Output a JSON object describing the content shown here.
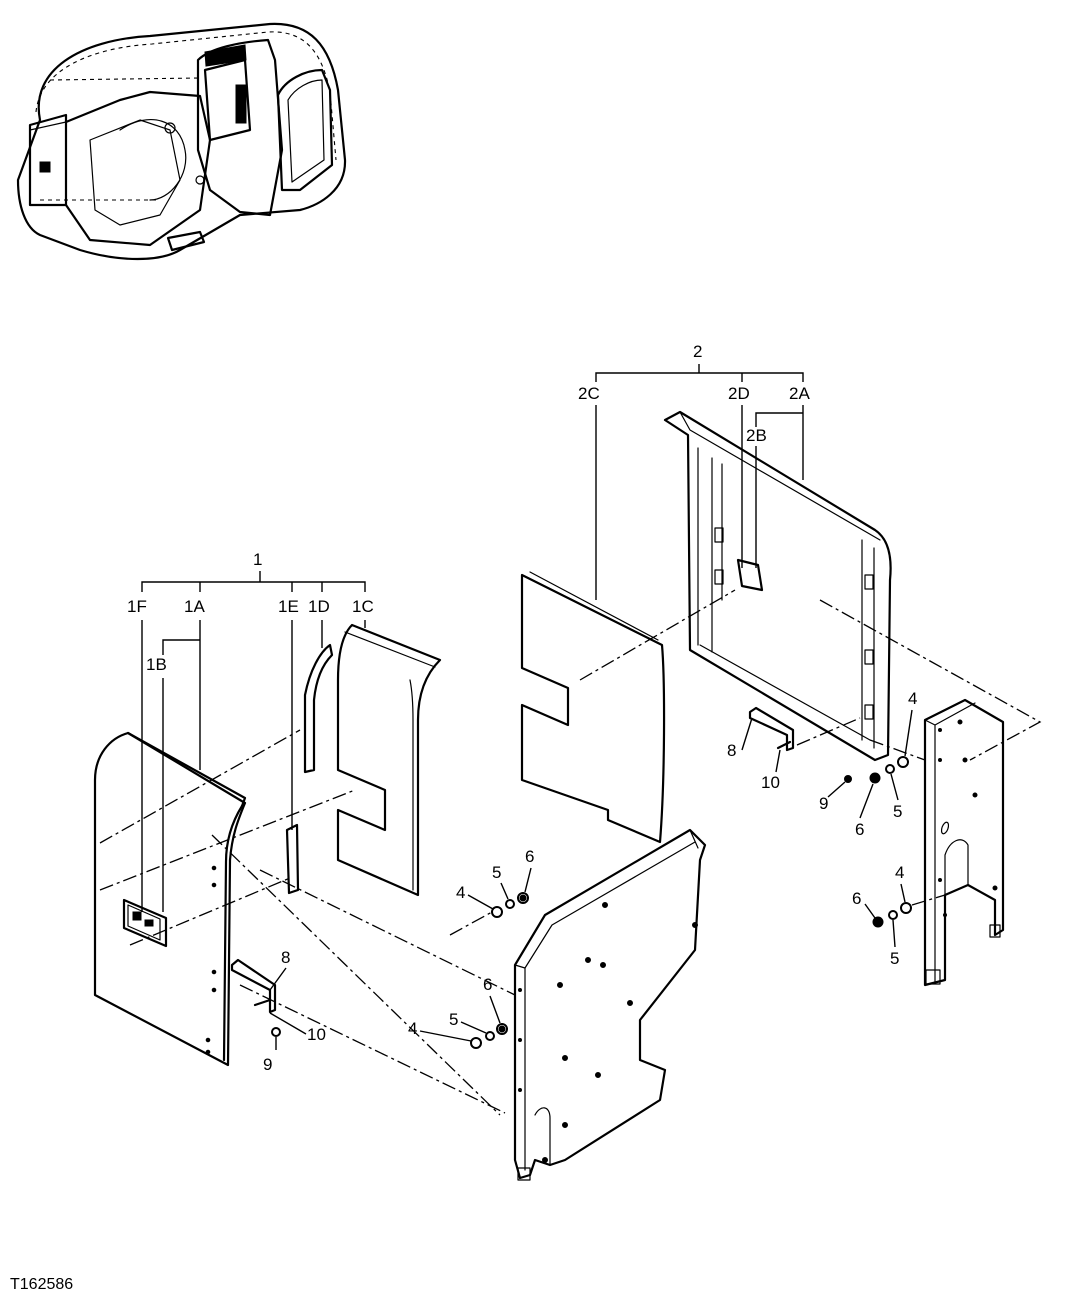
{
  "figure_id": "T162586",
  "callouts": {
    "c1": "1",
    "c1F": "1F",
    "c1A": "1A",
    "c1B": "1B",
    "c1E": "1E",
    "c1D": "1D",
    "c1C": "1C",
    "c2": "2",
    "c2C": "2C",
    "c2D": "2D",
    "c2A": "2A",
    "c2B": "2B",
    "c4a": "4",
    "c5a": "5",
    "c6a": "6",
    "c4b": "4",
    "c5b": "5",
    "c6b": "6",
    "c8a": "8",
    "c9a": "9",
    "c10a": "10",
    "c8b": "8",
    "c9b": "9",
    "c10b": "10",
    "c4c": "4",
    "c5c": "5",
    "c6c": "6",
    "c4d": "4",
    "c5d": "5",
    "c6d": "6"
  }
}
